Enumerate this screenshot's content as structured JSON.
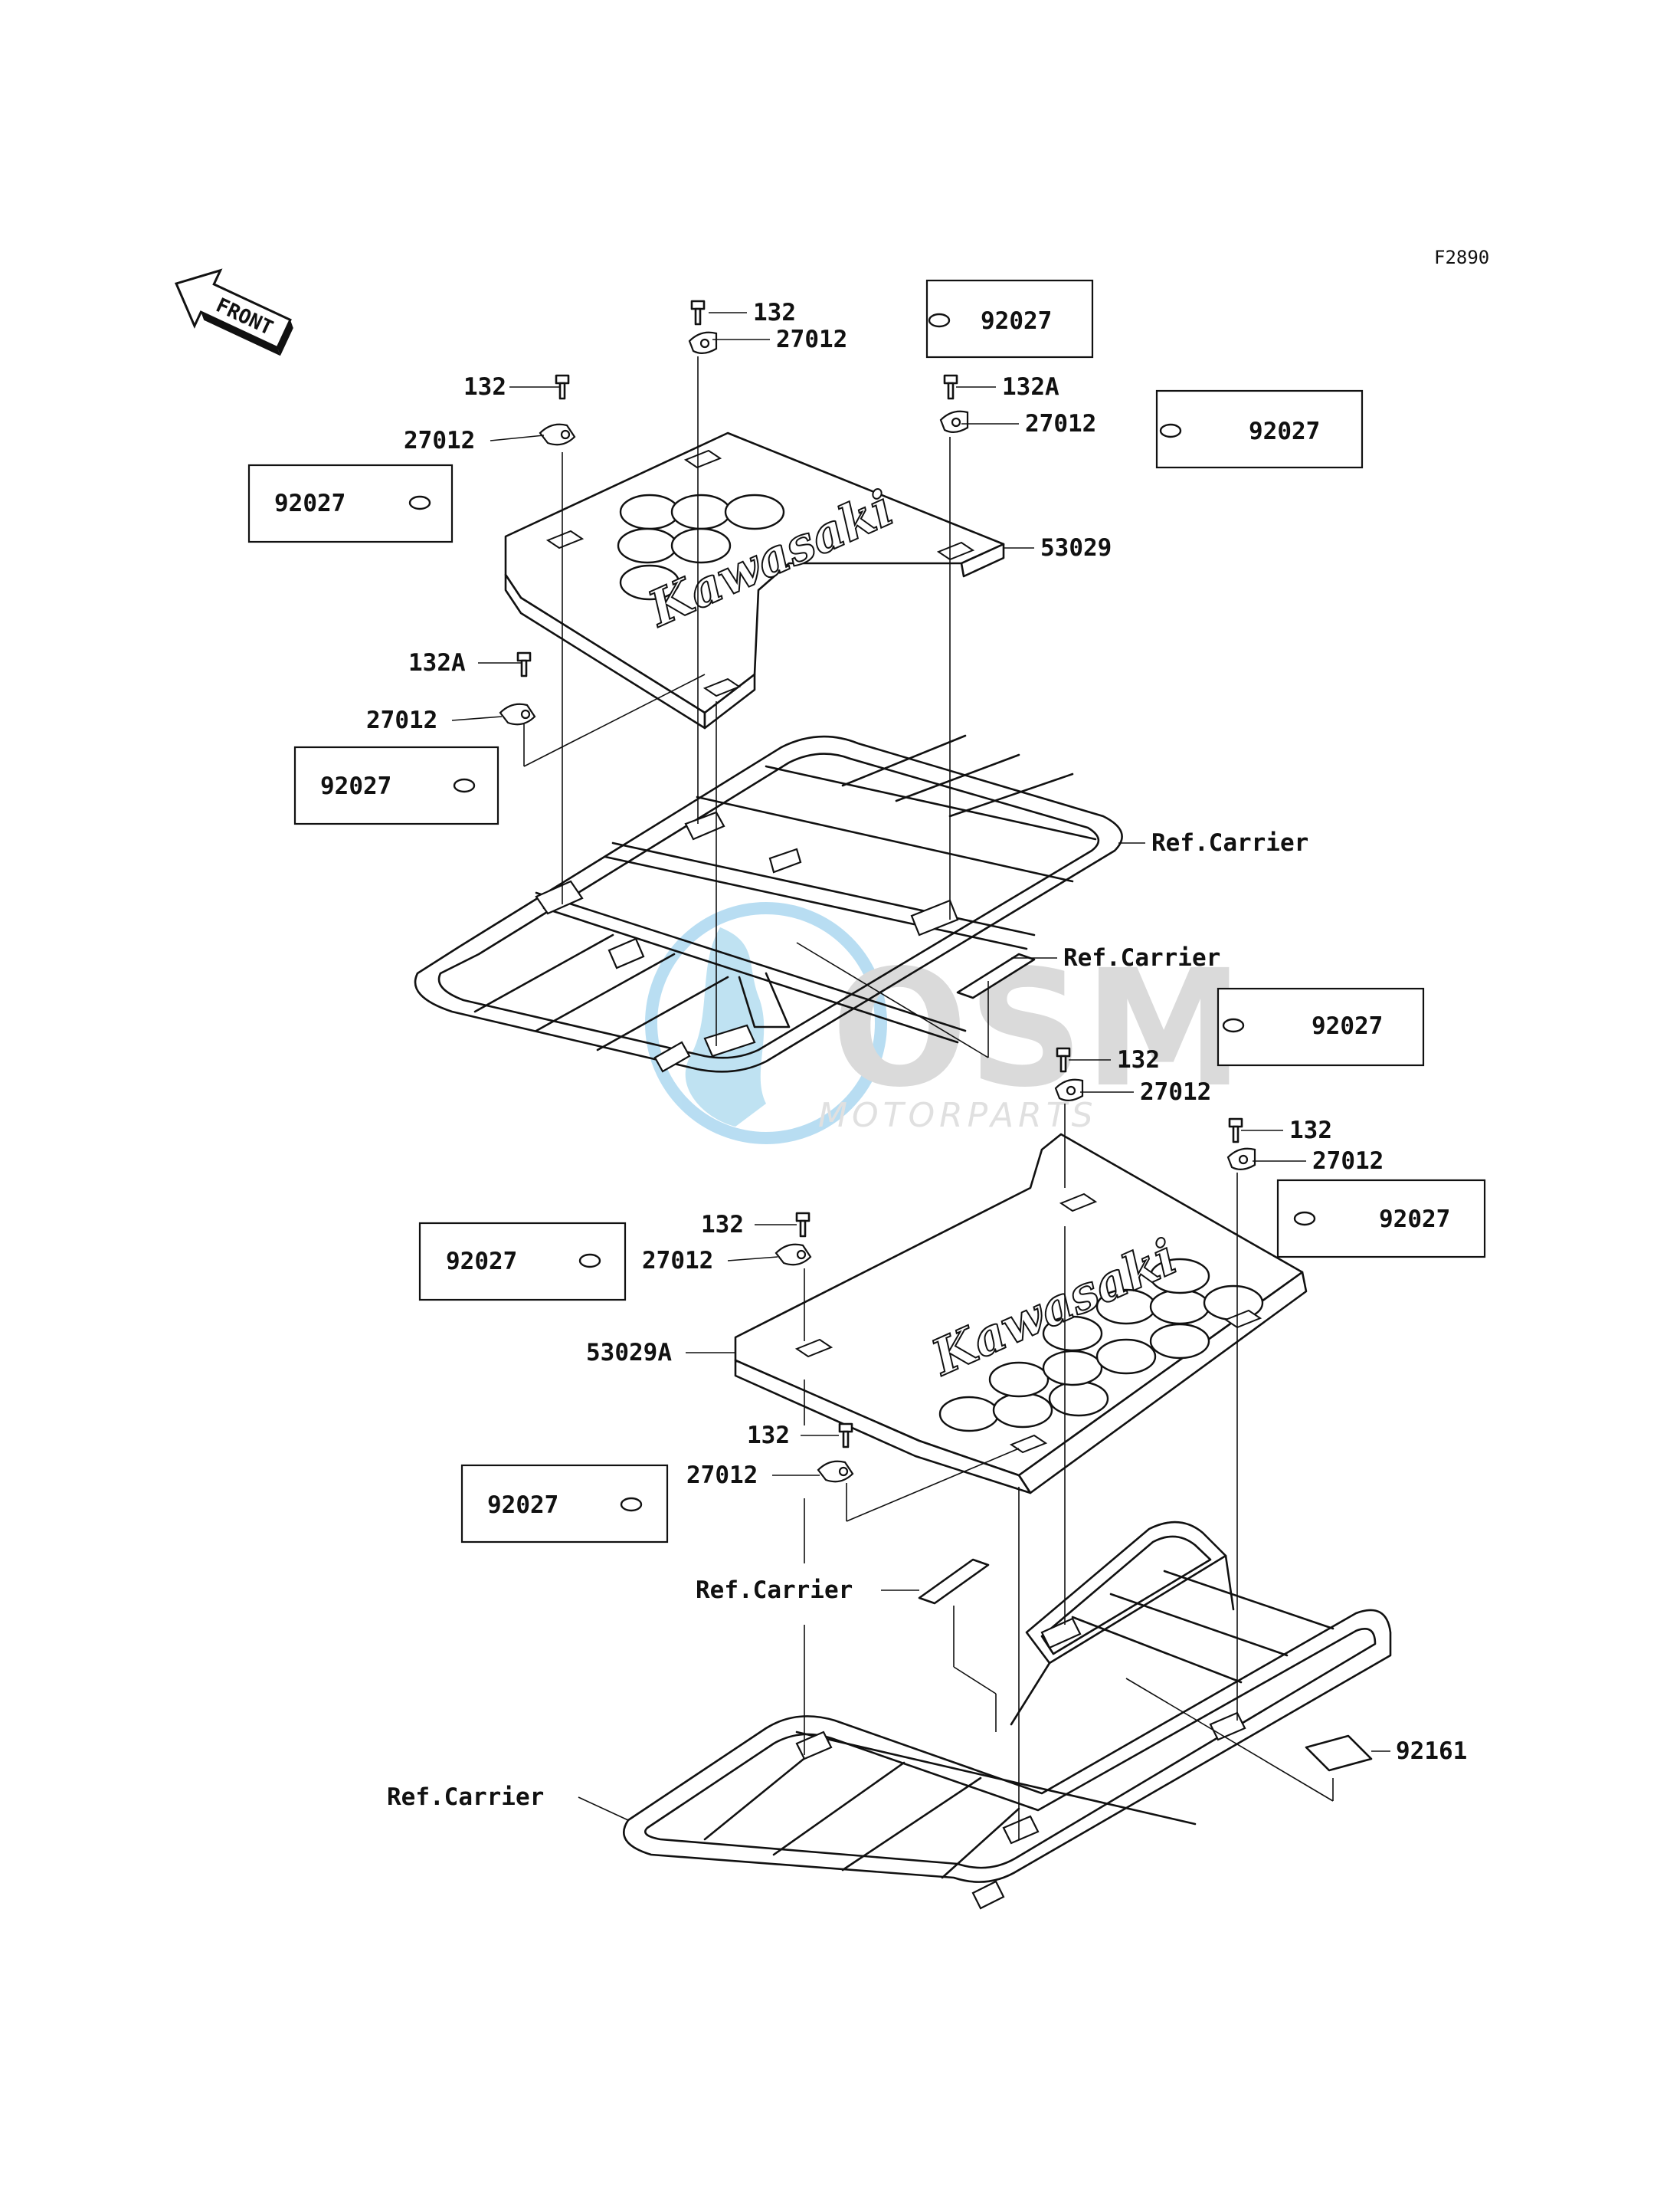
{
  "diagram_id": "F2890",
  "front_arrow_label": "FRONT",
  "brand_text": "Kawasaki",
  "watermark": {
    "main": "OSM",
    "sub": "MOTORPARTS"
  },
  "labels": {
    "bolt_132": "132",
    "bolt_132a": "132A",
    "clip_27012": "27012",
    "washer_92027": "92027",
    "mat_front": "53029",
    "mat_rear": "53029A",
    "ref_carrier": "Ref.Carrier",
    "label_92161": "92161"
  }
}
